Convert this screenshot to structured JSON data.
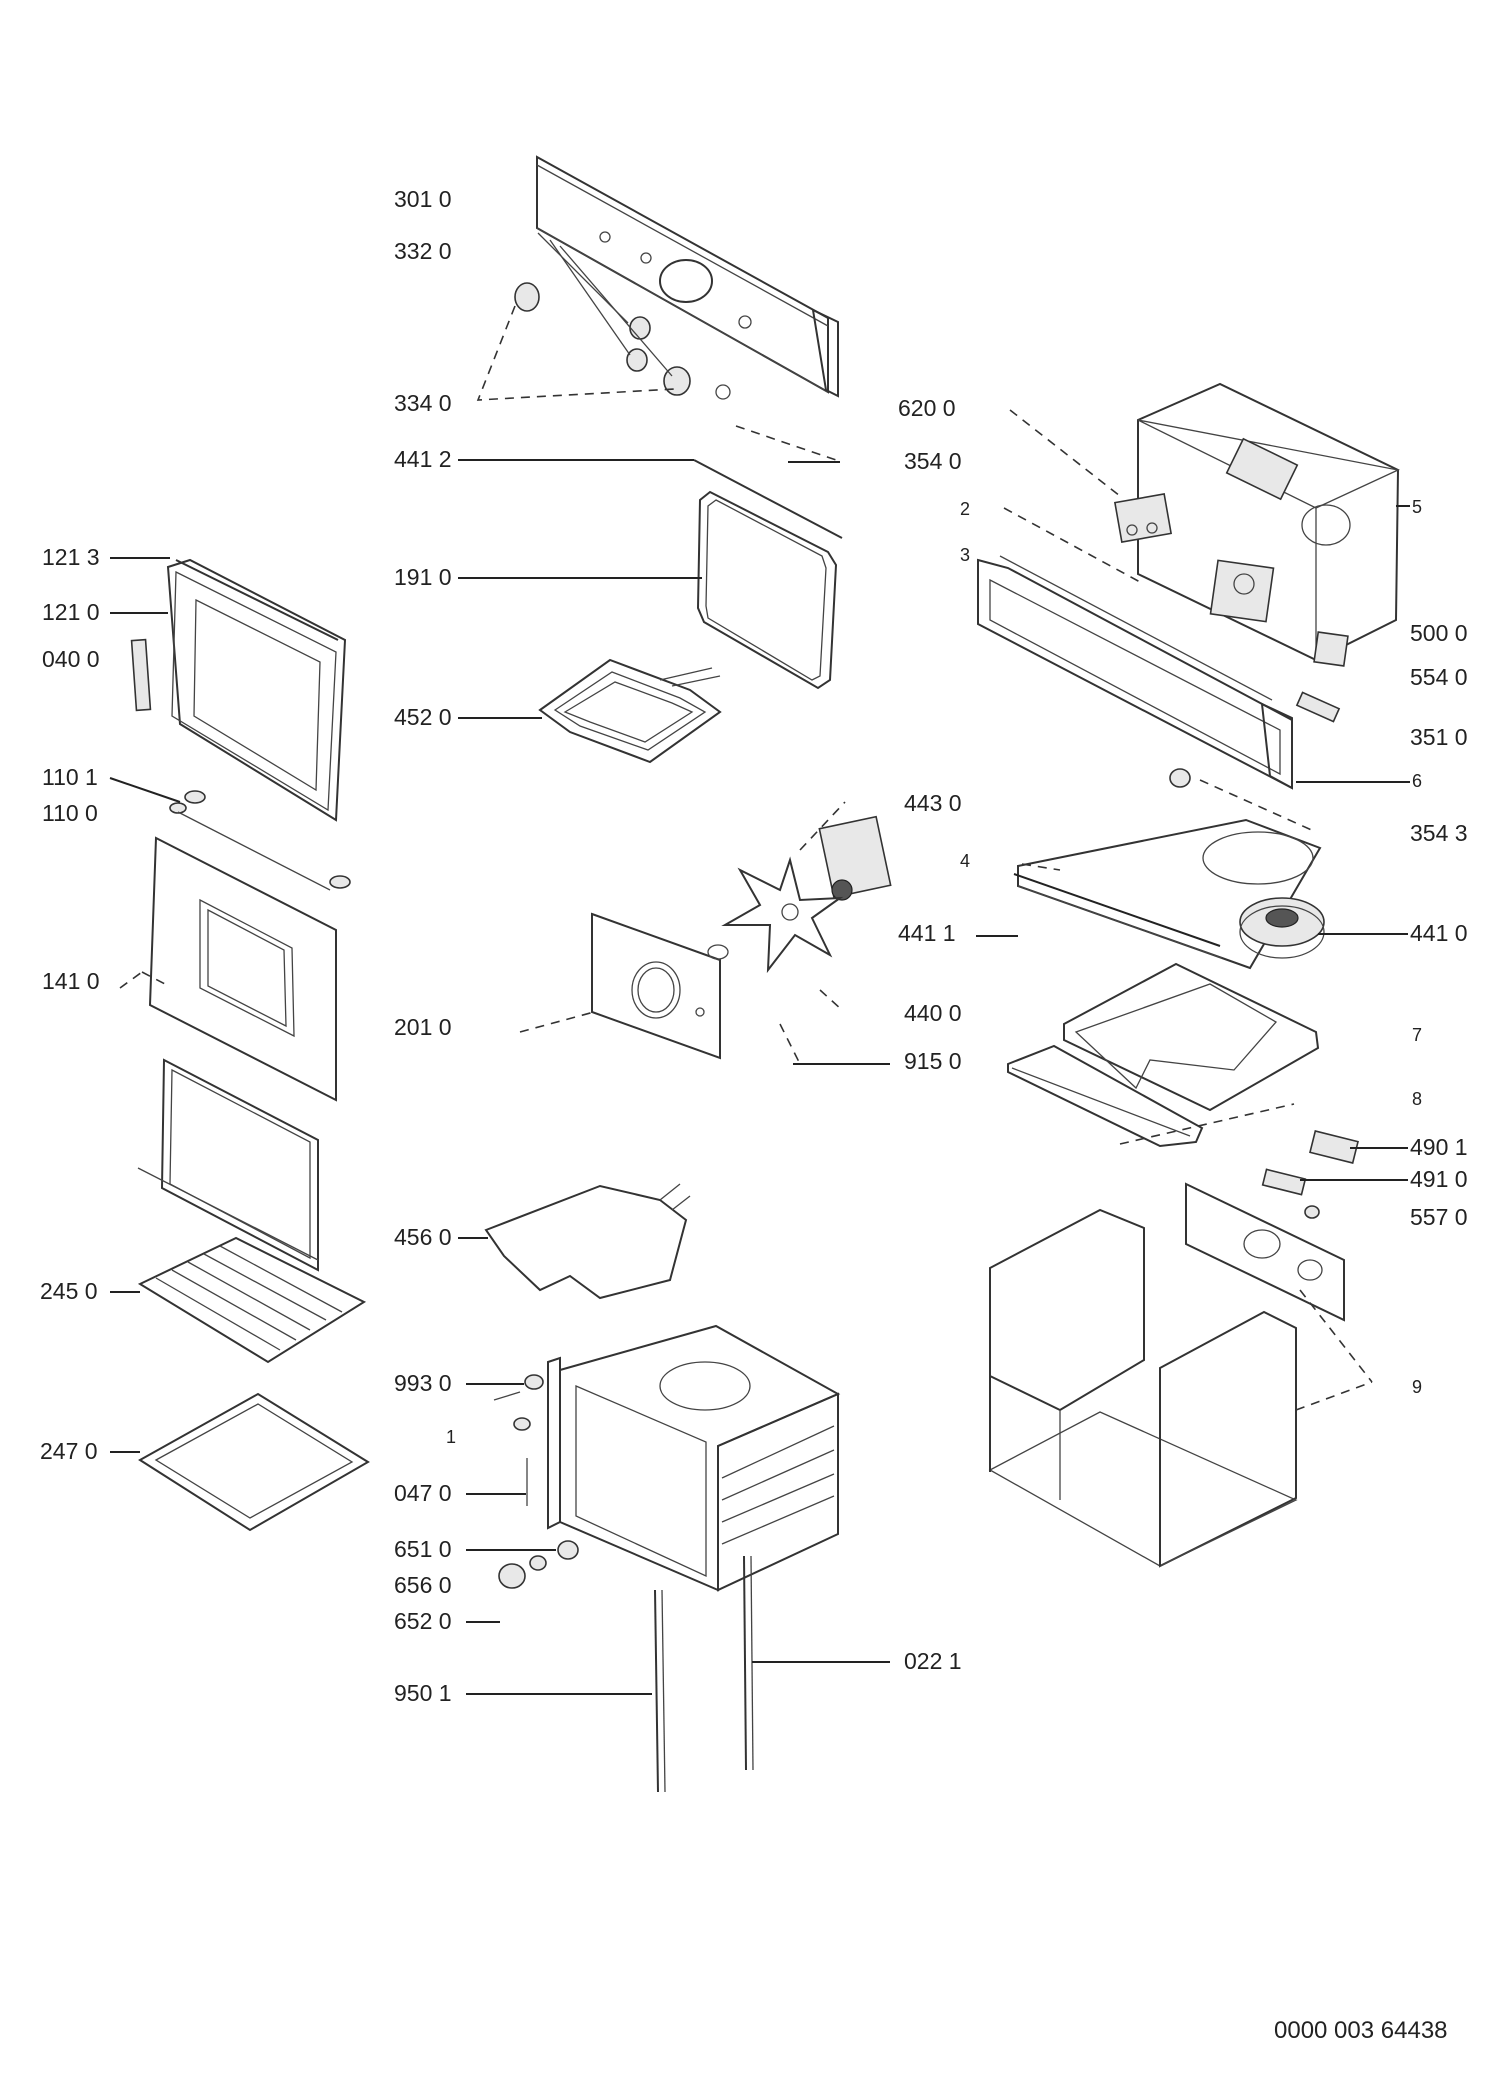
{
  "diagram": {
    "part_labels": {
      "p3010": "301 0",
      "p3320": "332 0",
      "p3340": "334 0",
      "p4412": "441 2",
      "p3540": "354 0",
      "p6200": "620 0",
      "p1213": "121 3",
      "p1910": "191 0",
      "p1210": "121 0",
      "p0400": "040 0",
      "p5000": "500 0",
      "p5540": "554 0",
      "p4520": "452 0",
      "p3510": "351 0",
      "p1101": "110 1",
      "p1100": "110 0",
      "p4430": "443 0",
      "p3543": "354 3",
      "p4411": "441 1",
      "p4410": "441 0",
      "p1410": "141 0",
      "p4400": "440 0",
      "p2010": "201 0",
      "p9150": "915 0",
      "p4901": "490 1",
      "p4910": "491 0",
      "p5570": "557 0",
      "p4560": "456 0",
      "p2450": "245 0",
      "p9930": "993 0",
      "p2470": "247 0",
      "p0470": "047 0",
      "p6510": "651 0",
      "p6560": "656 0",
      "p6520": "652 0",
      "p0221": "022 1",
      "p9501": "950 1"
    },
    "ref_numbers": {
      "r1": "1",
      "r2": "2",
      "r3": "3",
      "r4": "4",
      "r5": "5",
      "r6": "6",
      "r7": "7",
      "r8": "8",
      "r9": "9"
    },
    "document_number": "0000 003 64438"
  }
}
